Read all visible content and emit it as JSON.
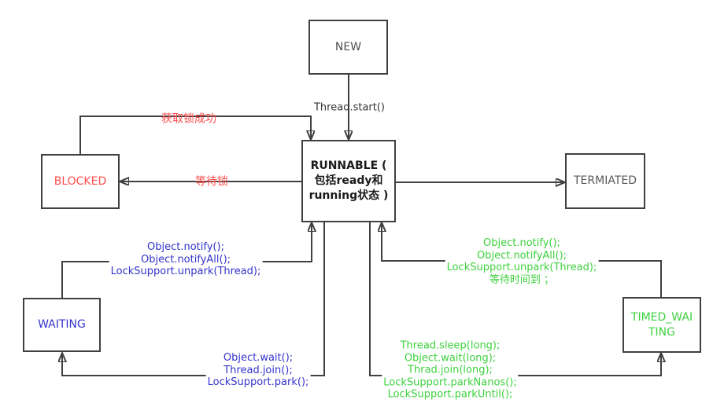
{
  "colors": {
    "line": "#404040",
    "red": "#ff4d4d",
    "blue": "#3333cc",
    "green": "#3dd13d",
    "gray_node_text": "#595959",
    "runnable_text": "#1a1a1a",
    "background": "#ffffff"
  },
  "nodes": {
    "new": {
      "label": "NEW"
    },
    "runnable": {
      "label": "RUNNABLE (\n包括ready和\nrunning状态 )"
    },
    "blocked": {
      "label": "BLOCKED"
    },
    "termiated": {
      "label": "TERMIATED"
    },
    "waiting": {
      "label": "WAITING"
    },
    "timed_waiting": {
      "label": "TIMED_WAI\nTING"
    }
  },
  "edges": {
    "new_to_runnable": {
      "label": "Thread.start()"
    },
    "blocked_to_runnable": {
      "label": "获取锁成功"
    },
    "runnable_to_blocked": {
      "label": "等待锁"
    },
    "waiting_to_runnable": {
      "label": "Object.notify();\nObject.notifyAll();\nLockSupport.unpark(Thread);"
    },
    "runnable_to_waiting": {
      "label": "Object.wait();\nThread.join();\nLockSupport.park();"
    },
    "timed_waiting_to_runnable": {
      "label": "Object.notify();\nObject.notifyAll();\nLockSupport.unpark(Thread);\n等待时间到 ；"
    },
    "runnable_to_timed_waiting": {
      "label": "Thread.sleep(long);\nObject.wait(long);\nThrad.join(long);\nLockSupport.parkNanos();\nLockSupport.parkUntil();"
    }
  }
}
